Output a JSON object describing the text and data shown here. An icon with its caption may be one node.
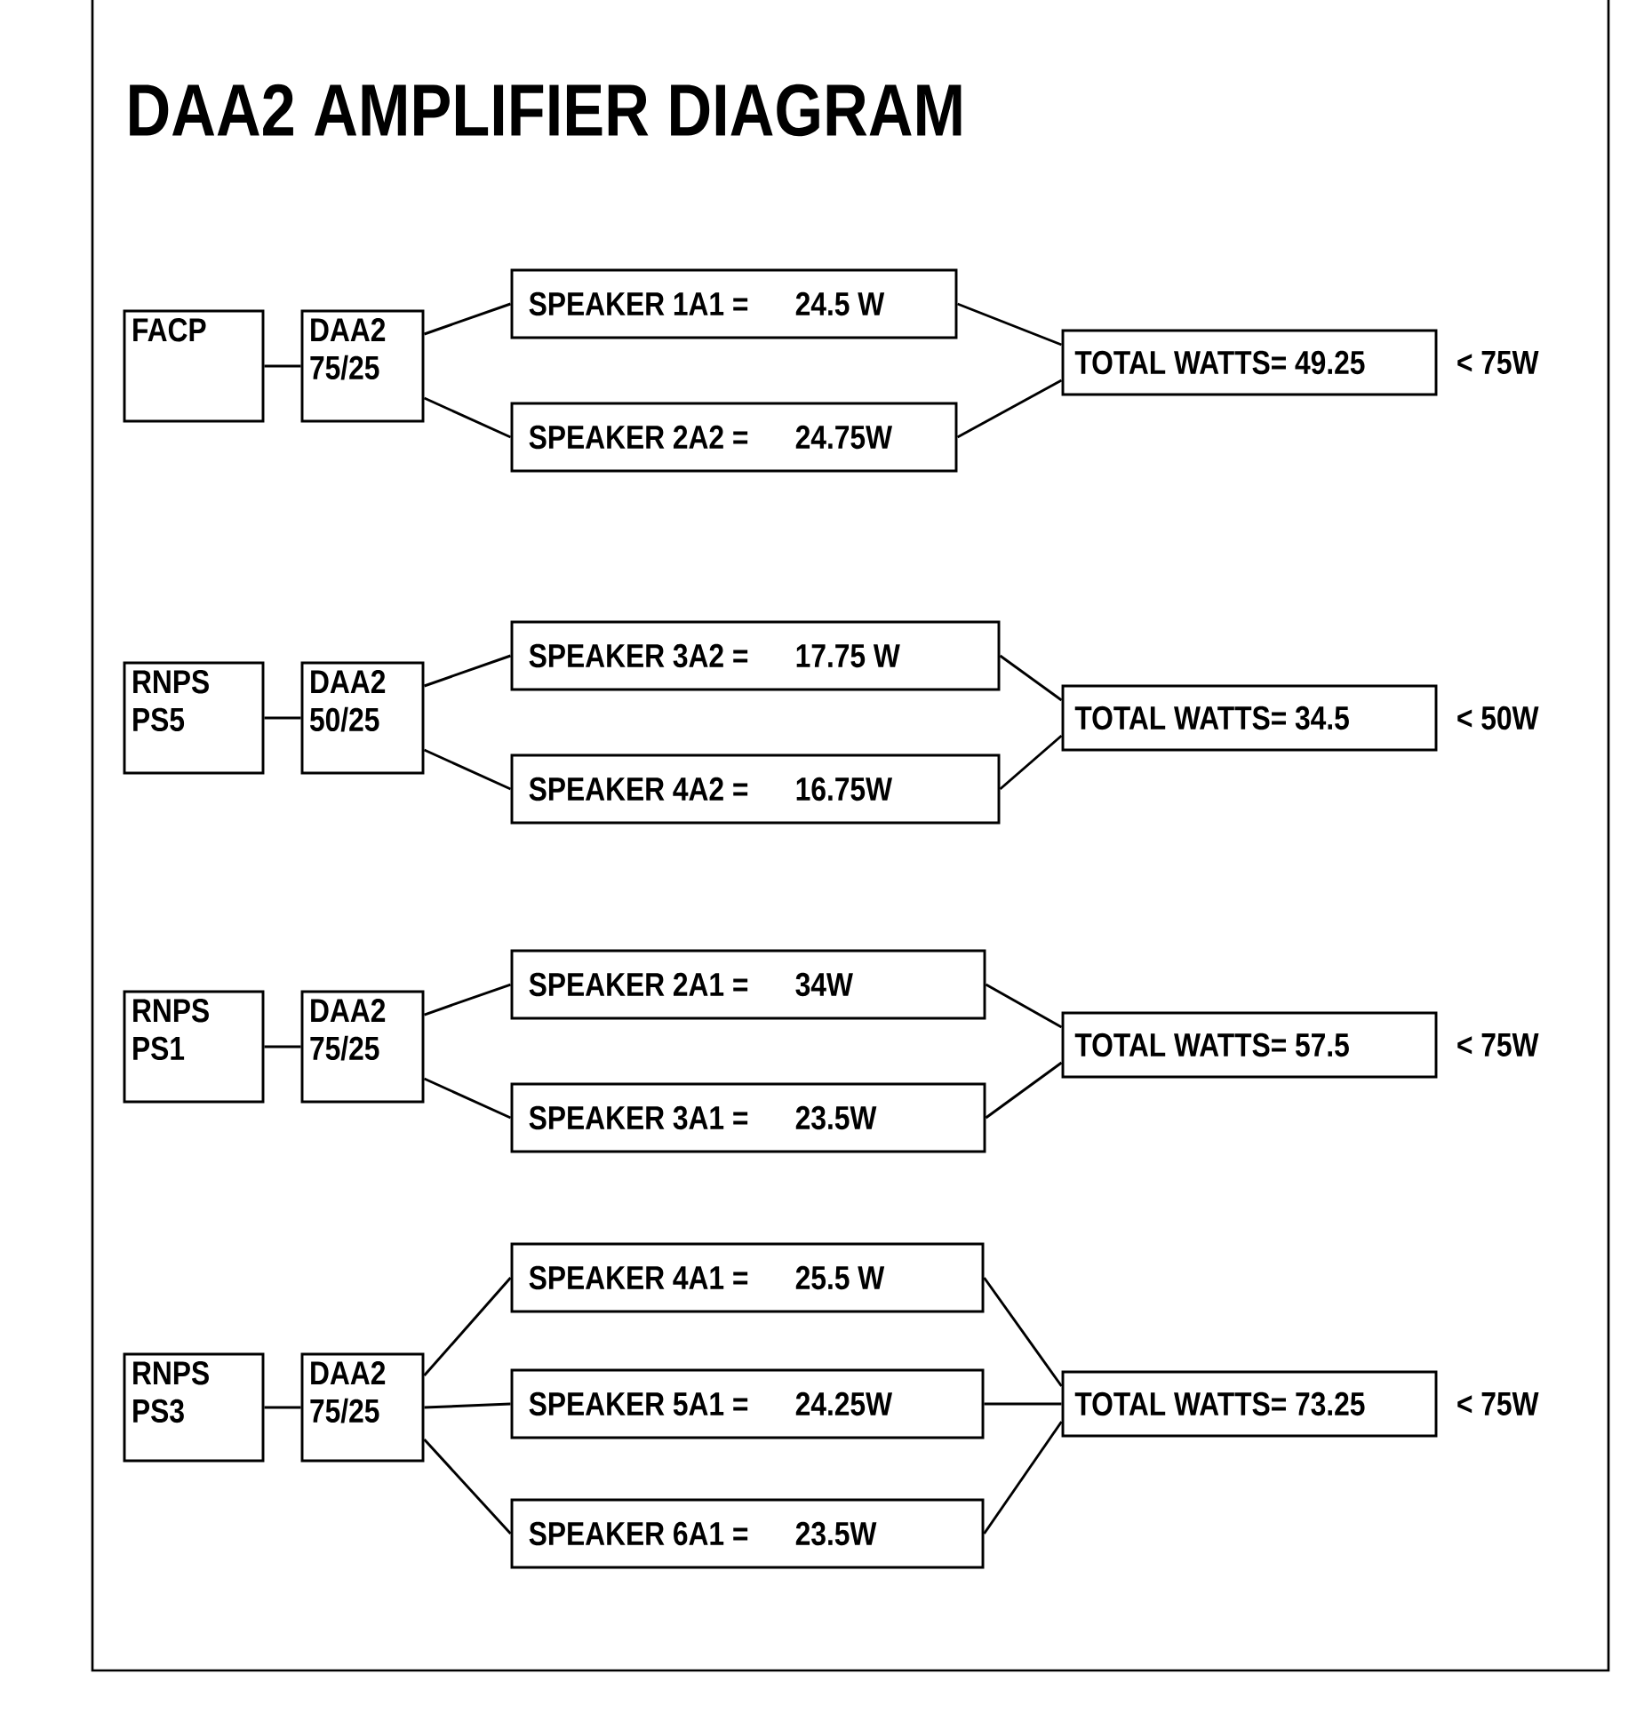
{
  "diagram": {
    "title": "DAA2 AMPLIFIER DIAGRAM",
    "nodes": [
      {
        "text": [
          "FACP"
        ]
      },
      {
        "text": [
          "DAA2 75/25"
        ]
      },
      {
        "text": [
          "SPEAKER 1A1 =",
          "24.5 W"
        ]
      },
      {
        "text": [
          "SPEAKER 2A2 =",
          "24.75W"
        ]
      },
      {
        "text": [
          "TOTAL WATTS= 49.25"
        ],
        "beside": [
          "< 75W"
        ]
      },
      {
        "text": [
          "RNPS PS5"
        ]
      },
      {
        "text": [
          "DAA2 50/25"
        ]
      },
      {
        "text": [
          "SPEAKER 3A2 =",
          "17.75 W"
        ]
      },
      {
        "text": [
          "SPEAKER 4A2 =",
          "16.75W"
        ]
      },
      {
        "text": [
          "TOTAL WATTS= 34.5"
        ],
        "beside": [
          "< 50W"
        ]
      },
      {
        "text": [
          "RNPS PS1"
        ]
      },
      {
        "text": [
          "DAA2 75/25"
        ]
      },
      {
        "text": [
          "SPEAKER 2A1 =",
          "34W"
        ]
      },
      {
        "text": [
          "SPEAKER 3A1 =",
          "23.5W"
        ]
      },
      {
        "text": [
          "TOTAL WATTS= 57.5"
        ],
        "beside": [
          "< 75W"
        ]
      },
      {
        "text": [
          "RNPS PS3"
        ]
      },
      {
        "text": [
          "DAA2 75/25"
        ]
      },
      {
        "text": [
          "SPEAKER 4A1 =",
          "25.5 W"
        ]
      },
      {
        "text": [
          "SPEAKER 5A1 =",
          "24.25W"
        ]
      },
      {
        "text": [
          "SPEAKER 6A1 =",
          "23.5W"
        ]
      },
      {
        "text": [
          "TOTAL WATTS= 73.25"
        ],
        "beside": [
          "< 75W"
        ]
      }
    ],
    "edges": [
      {
        "from": 0,
        "to": 1,
        "arrow": "none"
      },
      {
        "from": 1,
        "to": 2,
        "arrow": "none"
      },
      {
        "from": 1,
        "to": 3,
        "arrow": "none"
      },
      {
        "from": 2,
        "to": 4,
        "arrow": "none"
      },
      {
        "from": 3,
        "to": 4,
        "arrow": "none"
      },
      {
        "from": 5,
        "to": 6,
        "arrow": "none"
      },
      {
        "from": 6,
        "to": 7,
        "arrow": "none"
      },
      {
        "from": 6,
        "to": 8,
        "arrow": "none"
      },
      {
        "from": 7,
        "to": 9,
        "arrow": "none"
      },
      {
        "from": 8,
        "to": 9,
        "arrow": "none"
      },
      {
        "from": 10,
        "to": 11,
        "arrow": "none"
      },
      {
        "from": 11,
        "to": 12,
        "arrow": "none"
      },
      {
        "from": 11,
        "to": 13,
        "arrow": "none"
      },
      {
        "from": 12,
        "to": 14,
        "arrow": "none"
      },
      {
        "from": 13,
        "to": 14,
        "arrow": "none"
      },
      {
        "from": 15,
        "to": 16,
        "arrow": "none"
      },
      {
        "from": 16,
        "to": 17,
        "arrow": "none"
      },
      {
        "from": 16,
        "to": 18,
        "arrow": "none"
      },
      {
        "from": 16,
        "to": 19,
        "arrow": "none"
      },
      {
        "from": 17,
        "to": 20,
        "arrow": "none"
      },
      {
        "from": 18,
        "to": 20,
        "arrow": "none"
      },
      {
        "from": 19,
        "to": 20,
        "arrow": "none"
      }
    ]
  }
}
